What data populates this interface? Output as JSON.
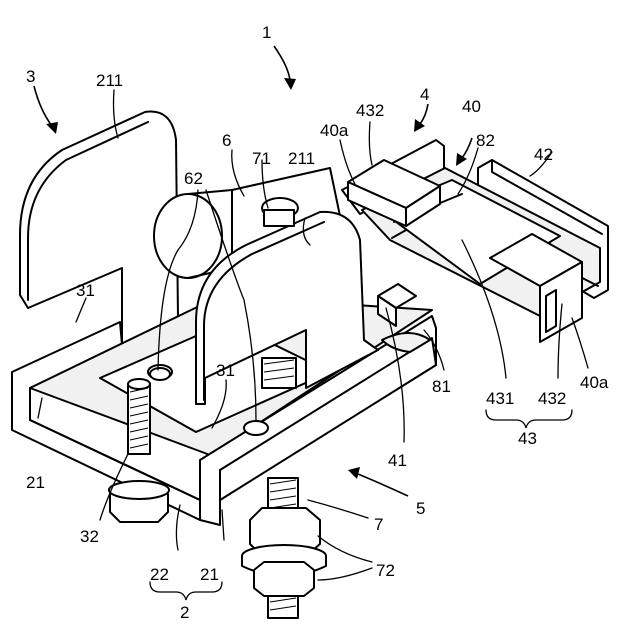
{
  "labels": {
    "l1": "1",
    "l3": "3",
    "l4": "4",
    "l211a": "211",
    "l211b": "211",
    "l432a": "432",
    "l40": "40",
    "l40a_top": "40a",
    "l82": "82",
    "l42": "42",
    "l6": "6",
    "l71": "71",
    "l62": "62",
    "l31a": "31",
    "l31b": "31",
    "l21a": "21",
    "l21b": "21",
    "l32": "32",
    "l22": "22",
    "l2": "2",
    "l41": "41",
    "l81": "81",
    "l431": "431",
    "l432b": "432",
    "l40a_bottom": "40a",
    "l43": "43",
    "l5": "5",
    "l7": "7",
    "l72": "72"
  }
}
